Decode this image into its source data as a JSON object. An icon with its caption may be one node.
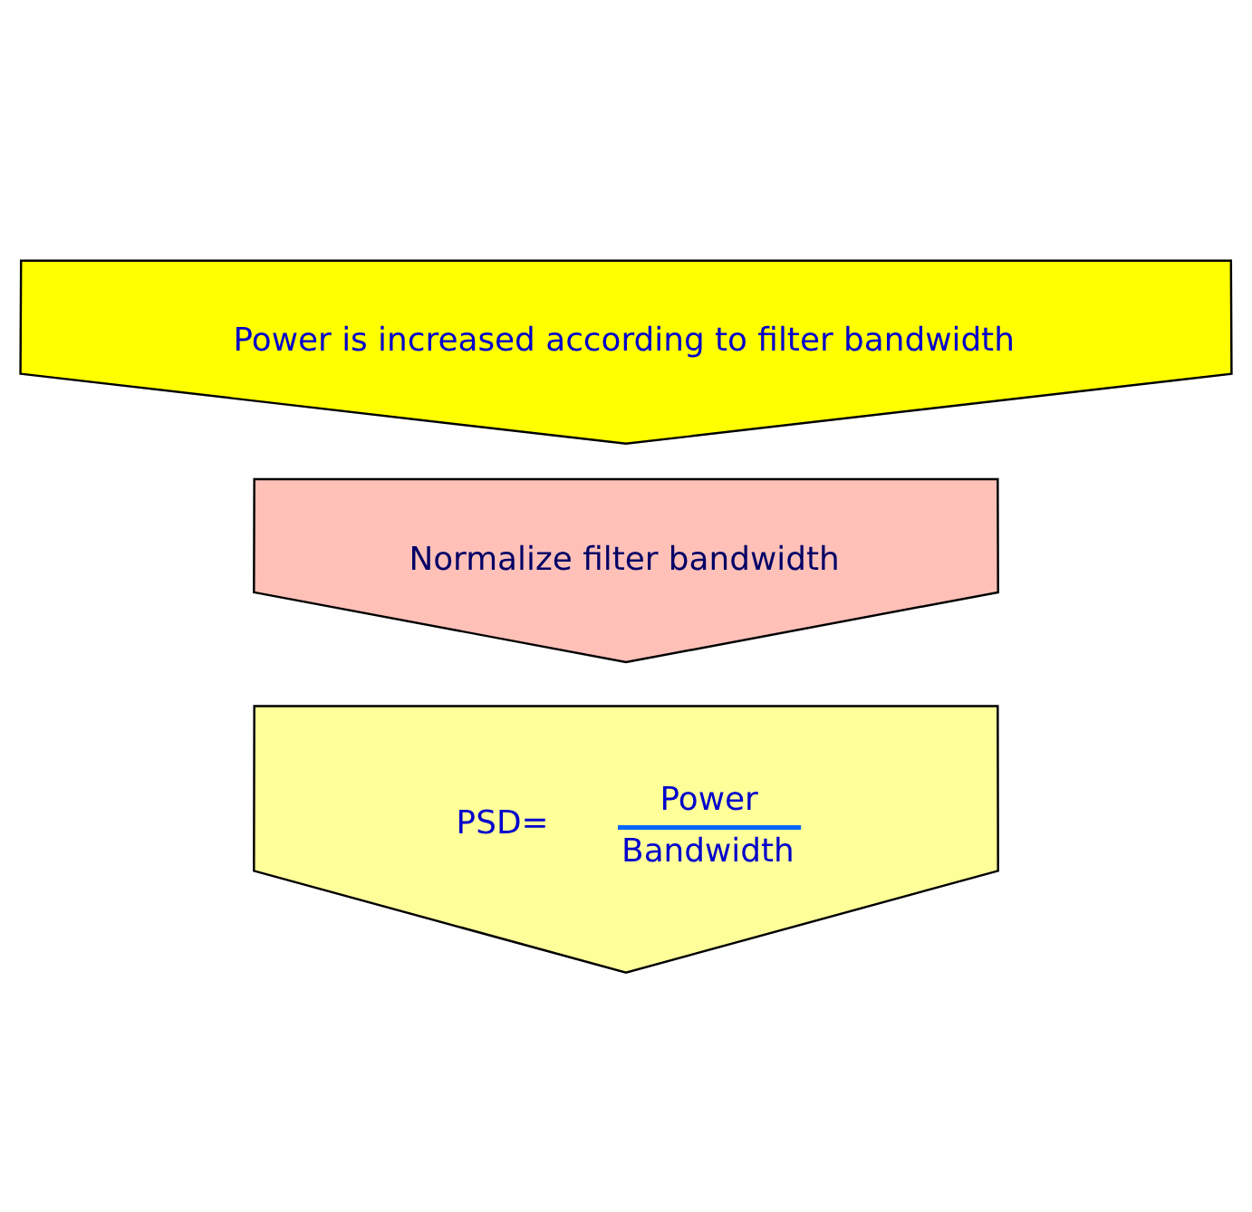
{
  "diagram": {
    "nodes": [
      {
        "text": [
          "Power is increased according to filter bandwidth"
        ]
      },
      {
        "text": [
          "Normalize filter bandwidth"
        ]
      },
      {
        "text": [
          "PSD=",
          "Power",
          "Bandwidth"
        ]
      }
    ]
  }
}
